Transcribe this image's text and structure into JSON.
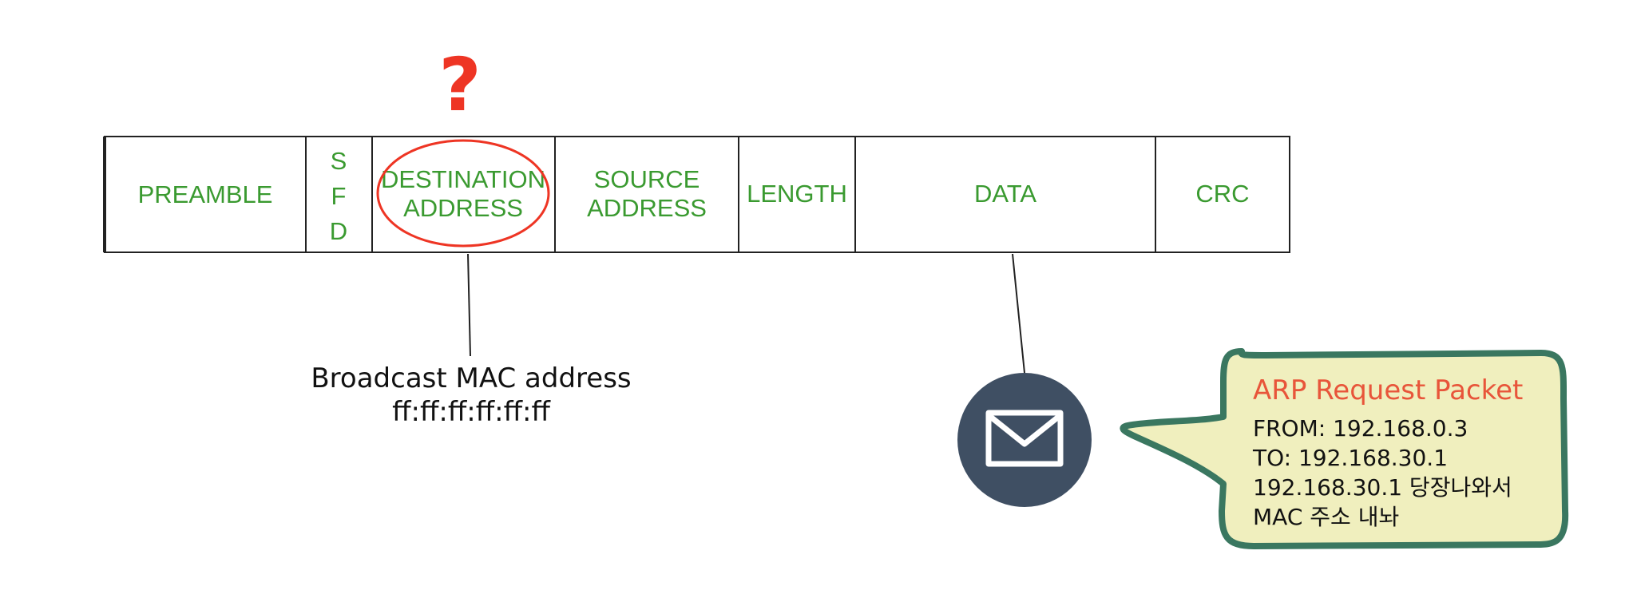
{
  "question_mark": "?",
  "frame": {
    "fields": {
      "preamble": "PREAMBLE",
      "sfd": [
        "S",
        "F",
        "D"
      ],
      "destination": [
        "DESTINATION",
        "ADDRESS"
      ],
      "source": [
        "SOURCE",
        "ADDRESS"
      ],
      "length": "LENGTH",
      "data": "DATA",
      "crc": "CRC"
    }
  },
  "broadcast_label": {
    "line1": "Broadcast MAC address",
    "line2": "ff:ff:ff:ff:ff:ff"
  },
  "envelope_icon": "envelope-icon",
  "bubble": {
    "title": "ARP Request Packet",
    "lines": [
      "FROM: 192.168.0.3",
      "TO: 192.168.30.1",
      "192.168.30.1 당장나와서",
      "MAC 주소 내놔"
    ]
  },
  "colors": {
    "field_text": "#3a9a30",
    "highlight_ellipse": "#ee3524",
    "question_mark": "#ee3524",
    "envelope_circle": "#3f4f63",
    "bubble_fill": "#f0efbe",
    "bubble_border": "#3a7760",
    "bubble_title": "#e8553a"
  }
}
